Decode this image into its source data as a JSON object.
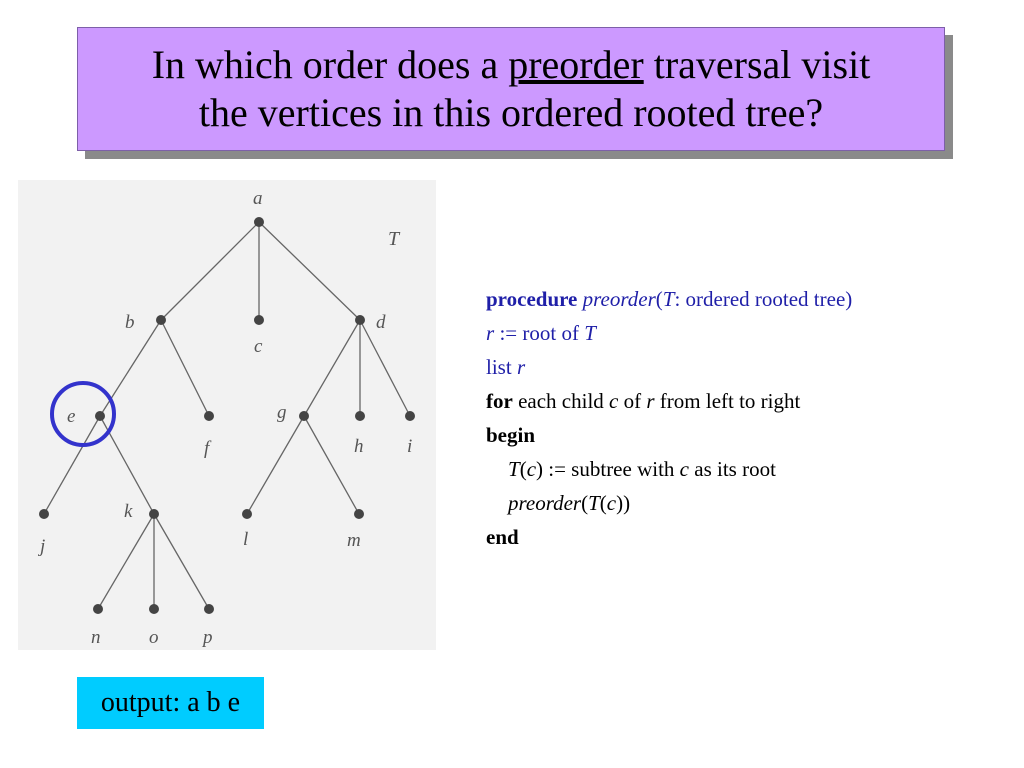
{
  "title": {
    "before": "In which order does a ",
    "underlined": "preorder",
    "after_line1": " traversal visit",
    "line2": "the vertices in this ordered rooted tree?"
  },
  "tree": {
    "tree_label": "T",
    "nodes": {
      "a": "a",
      "b": "b",
      "c": "c",
      "d": "d",
      "e": "e",
      "f": "f",
      "g": "g",
      "h": "h",
      "i": "i",
      "j": "j",
      "k": "k",
      "l": "l",
      "m": "m",
      "n": "n",
      "o": "o",
      "p": "p"
    },
    "highlighted_node": "e"
  },
  "procedure": {
    "l1_kw": "procedure",
    "l1_name": "preorder",
    "l1_open": "(",
    "l1_T": "T",
    "l1_rest": ": ordered rooted tree)",
    "l2_r": "r",
    "l2_mid": " := root of ",
    "l2_T": "T",
    "l3_list": "list ",
    "l3_r": "r",
    "l4_kw": "for",
    "l4_a": " each child ",
    "l4_c": "c",
    "l4_b": " of ",
    "l4_r": "r",
    "l4_d": " from left to right",
    "l5_kw": "begin",
    "l6_T": "T",
    "l6_open": "(",
    "l6_c": "c",
    "l6_mid": ") := subtree with ",
    "l6_c2": "c",
    "l6_end": " as its root",
    "l7_name": "preorder",
    "l7_open": "(",
    "l7_T": "T",
    "l7_open2": "(",
    "l7_c": "c",
    "l7_close": "))",
    "l8_kw": "end"
  },
  "output": {
    "text": "output: a b e"
  },
  "colors": {
    "title_bg": "#cc99ff",
    "procedure_blue": "#1f1fa8",
    "output_bg": "#00ccff",
    "highlight_circle": "#3333cc"
  }
}
